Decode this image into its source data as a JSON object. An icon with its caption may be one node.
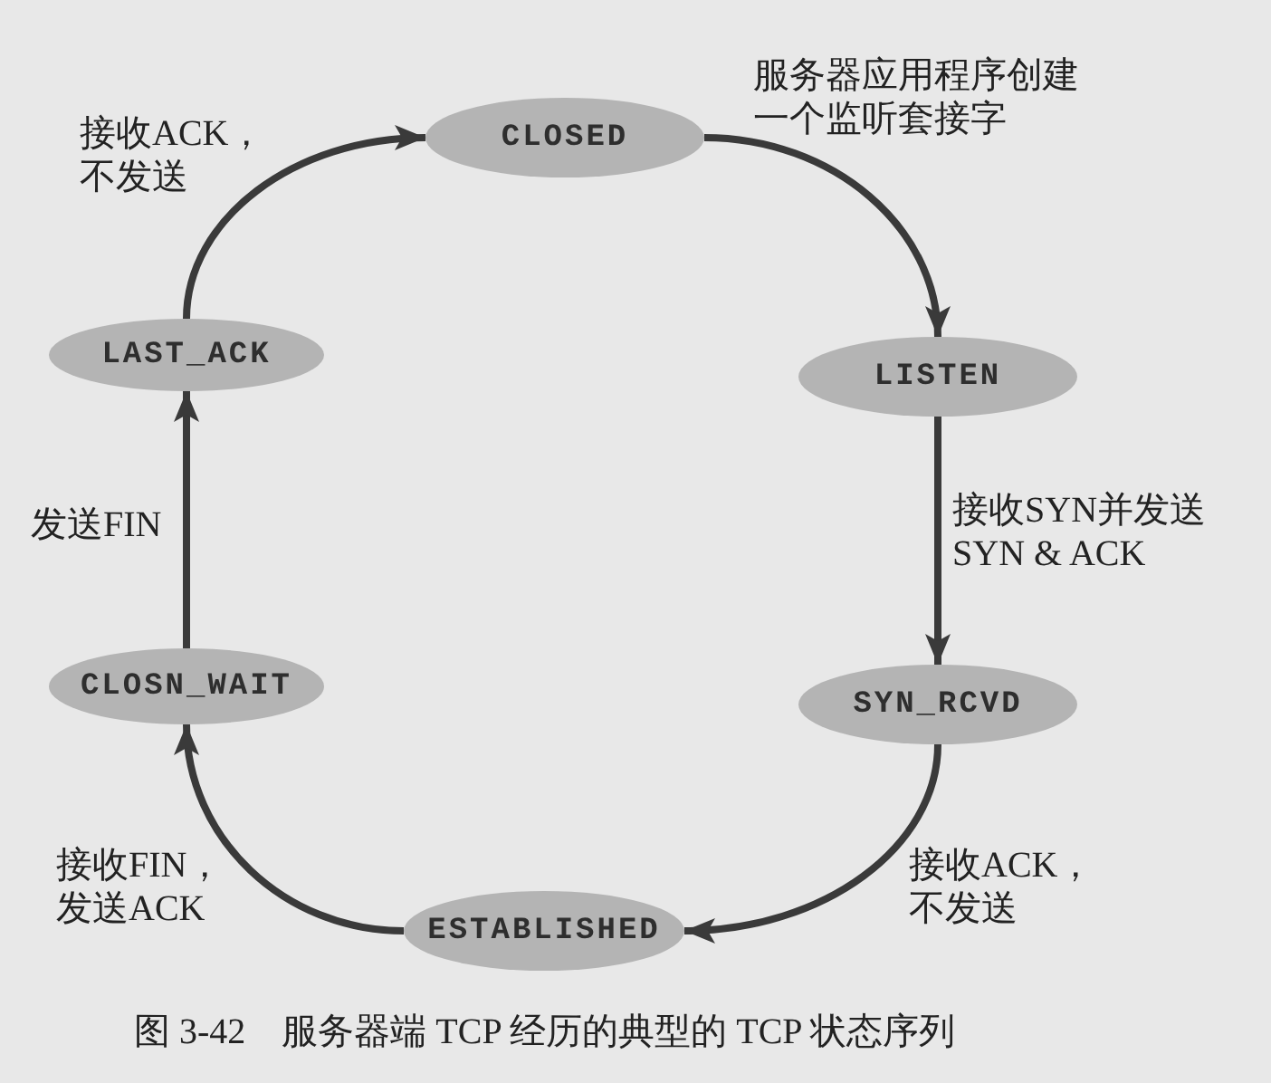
{
  "diagram": {
    "caption": "图 3-42　服务器端 TCP 经历的典型的 TCP 状态序列",
    "nodes": [
      {
        "text": [
          "CLOSED"
        ]
      },
      {
        "text": [
          "LISTEN"
        ]
      },
      {
        "text": [
          "SYN_RCVD"
        ]
      },
      {
        "text": [
          "ESTABLISHED"
        ]
      },
      {
        "text": [
          "CLOSN_WAIT"
        ]
      },
      {
        "text": [
          "LAST_ACK"
        ]
      }
    ],
    "edges": [
      {
        "from": 0,
        "to": 1,
        "arrow": "to",
        "label": "服务器应用程序创建一个监听套接字"
      },
      {
        "from": 1,
        "to": 2,
        "arrow": "to",
        "label": "接收SYN并发送SYN & ACK"
      },
      {
        "from": 2,
        "to": 3,
        "arrow": "to",
        "label": "接收ACK，不发送"
      },
      {
        "from": 3,
        "to": 4,
        "arrow": "to",
        "label": "接收FIN，发送ACK"
      },
      {
        "from": 4,
        "to": 5,
        "arrow": "to",
        "label": "发送FIN"
      },
      {
        "from": 5,
        "to": 0,
        "arrow": "to",
        "label": "接收ACK，不发送"
      }
    ]
  }
}
